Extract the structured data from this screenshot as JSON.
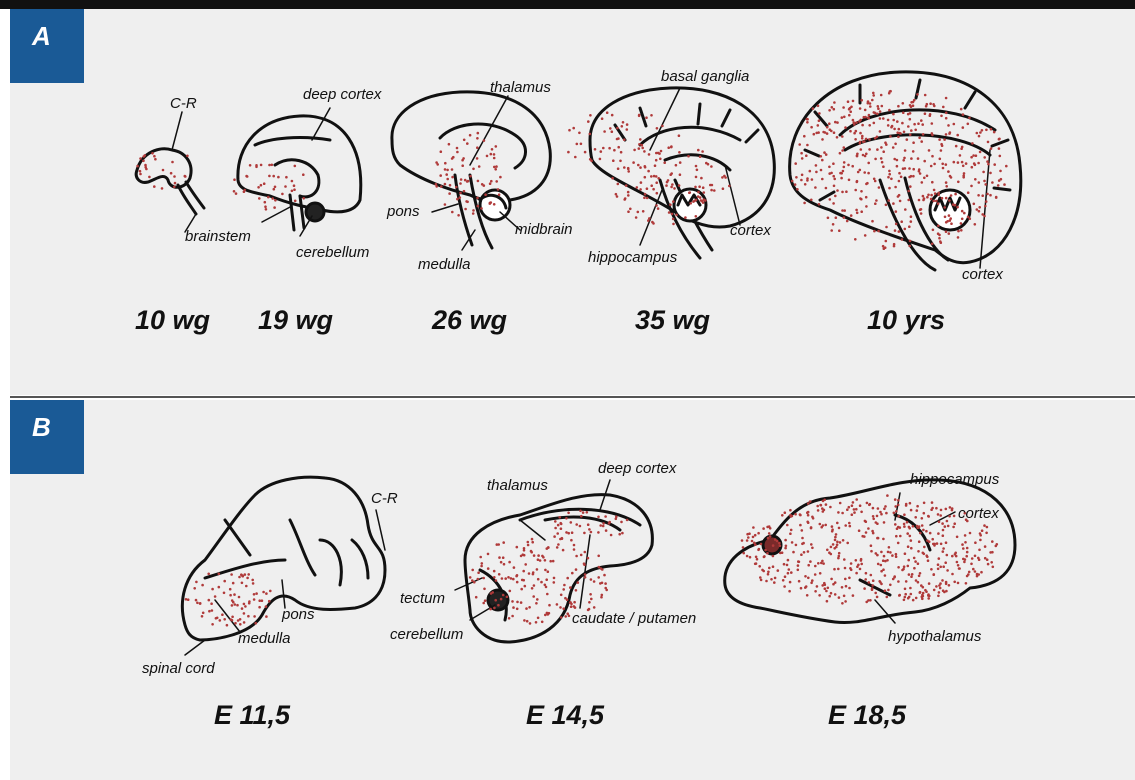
{
  "panelA": {
    "tag": "A",
    "labels": {
      "cr": "C-R",
      "deep_cortex": "deep cortex",
      "thalamus": "thalamus",
      "basal_ganglia": "basal ganglia",
      "brainstem": "brainstem",
      "cerebellum": "cerebellum",
      "pons": "pons",
      "midbrain": "midbrain",
      "medulla": "medulla",
      "hippocampus": "hippocampus",
      "cortex_35": "cortex",
      "cortex_10y": "cortex"
    },
    "stages": [
      "10 wg",
      "19 wg",
      "26 wg",
      "35 wg",
      "10 yrs"
    ]
  },
  "panelB": {
    "tag": "B",
    "labels": {
      "cr": "C-R",
      "pons": "pons",
      "medulla": "medulla",
      "spinal_cord": "spinal cord",
      "deep_cortex": "deep cortex",
      "thalamus": "thalamus",
      "tectum": "tectum",
      "cerebellum": "cerebellum",
      "caudate_putamen": "caudate / putamen",
      "hippocampus": "hippocampus",
      "cortex": "cortex",
      "hypothalamus": "hypothalamus"
    },
    "stages": [
      "E 11,5",
      "E 14,5",
      "E 18,5"
    ]
  },
  "colors": {
    "dots": "#b03a3a",
    "tag_bg": "#1a5a96",
    "panel_bg": "#efefef"
  }
}
